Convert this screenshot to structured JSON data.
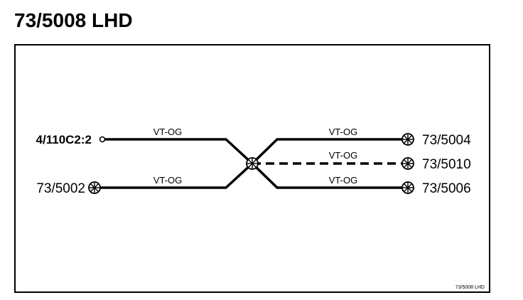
{
  "title": "73/5008 LHD",
  "footer_label": "73/5008 LHD",
  "colors": {
    "line": "#000000",
    "background": "#ffffff"
  },
  "left_endpoints": {
    "top": {
      "label": "4/110C2:2",
      "connector": "small-ring-icon"
    },
    "bottom": {
      "label": "73/5002",
      "connector": "splice-icon"
    }
  },
  "right_endpoints": {
    "top": {
      "label": "73/5004",
      "connector": "splice-icon"
    },
    "middle": {
      "label": "73/5010",
      "connector": "splice-icon",
      "line_style": "dashed"
    },
    "bottom": {
      "label": "73/5006",
      "connector": "splice-icon"
    }
  },
  "center_node": {
    "connector": "splice-icon"
  },
  "wire_labels": {
    "left_top": "VT-OG",
    "left_bottom": "VT-OG",
    "right_top": "VT-OG",
    "right_middle": "VT-OG",
    "right_bottom": "VT-OG"
  }
}
